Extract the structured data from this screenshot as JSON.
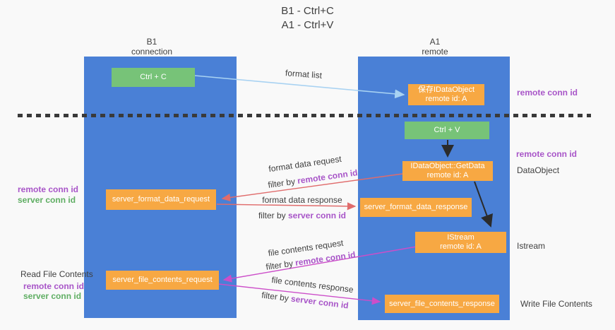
{
  "title": {
    "line1": "B1 - Ctrl+C",
    "line2": "A1 - Ctrl+V"
  },
  "columns": {
    "left": {
      "name": "B1",
      "role": "connection"
    },
    "right": {
      "name": "A1",
      "role": "remote"
    }
  },
  "nodes": {
    "ctrl_c": "Ctrl + C",
    "ctrl_v": "Ctrl + V",
    "save_idataobject": {
      "line1": "保存IDataObject",
      "line2": "remote id: A"
    },
    "getdata": {
      "line1": "IDataObject::GetData",
      "line2": "remote id: A"
    },
    "istream": {
      "line1": "IStream",
      "line2": "remote id: A"
    },
    "server_format_data_request": "server_format_data_request",
    "server_format_data_response": "server_format_data_response",
    "server_file_contents_request": "server_file_contents_request",
    "server_file_contents_response": "server_file_contents_response"
  },
  "edge_labels": {
    "format_list": "format list",
    "format_data_request": "format data request",
    "format_data_response": "format data response",
    "file_contents_request": "file contents request",
    "file_contents_response": "file contents response",
    "filter_by": "filter by ",
    "remote_conn_id": "remote conn id",
    "server_conn_id": "server conn id"
  },
  "side_labels": {
    "right_remote_conn_id_top": "remote conn id",
    "right_remote_conn_id_mid": "remote conn id",
    "dataobject": "DataObject",
    "istream": "Istream",
    "write_file_contents": "Write File Contents",
    "left_remote_conn_id_1": "remote conn id",
    "left_server_conn_id_1": "server conn id",
    "read_file_contents": "Read File Contents",
    "left_remote_conn_id_2": "remote conn id",
    "left_server_conn_id_2": "server conn id"
  },
  "colors": {
    "background": "#f9f9f9",
    "lifeline_blue": "#4a80d6",
    "box_green": "#77c378",
    "box_orange": "#f7a843",
    "text_dark": "#3f3f3f",
    "conn_purple": "#a855c8",
    "conn_green": "#5fae63",
    "arrow_light_blue": "#a8d2f2",
    "arrow_black": "#2b2b2b",
    "arrow_salmon": "#e06c6c",
    "arrow_magenta": "#cc4ec9"
  }
}
